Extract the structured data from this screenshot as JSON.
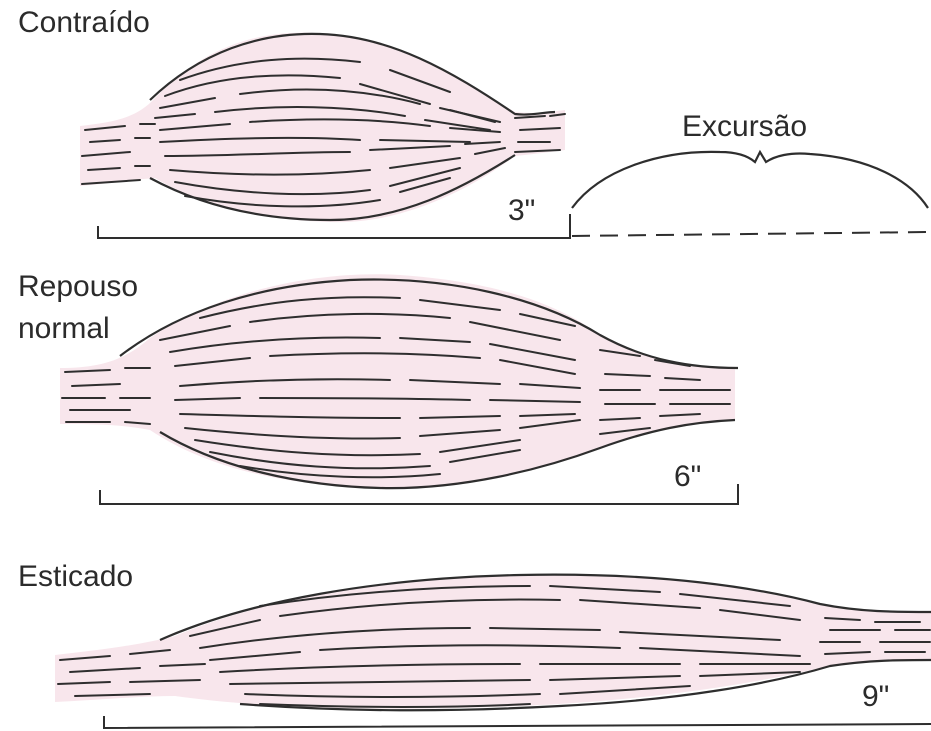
{
  "states": [
    {
      "id": "contracted",
      "label": "Contraído",
      "length_label": "3\""
    },
    {
      "id": "rest",
      "label_line1": "Repouso",
      "label_line2": "normal",
      "length_label": "6\""
    },
    {
      "id": "stretched",
      "label": "Esticado",
      "length_label": "9\""
    }
  ],
  "excursion": {
    "label": "Excursão"
  },
  "colors": {
    "muscle_fill": "#f8e6ec",
    "line": "#2e2e2e"
  }
}
